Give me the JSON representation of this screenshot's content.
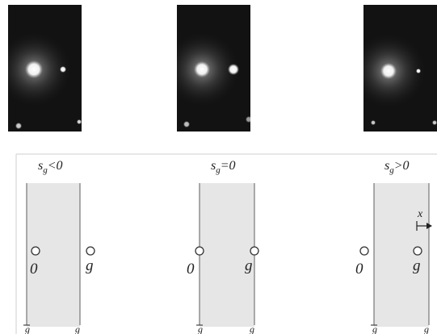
{
  "panels": [
    {
      "condition": {
        "s": "s",
        "sub": "g",
        "rel": "<0"
      },
      "origin_label": "0",
      "g_label": "g",
      "left_edge_label": "g",
      "right_edge_label": "g",
      "show_x_marker": false,
      "x_label": ""
    },
    {
      "condition": {
        "s": "s",
        "sub": "g",
        "rel": "=0"
      },
      "origin_label": "0",
      "g_label": "g",
      "left_edge_label": "g",
      "right_edge_label": "g",
      "show_x_marker": false,
      "x_label": ""
    },
    {
      "condition": {
        "s": "s",
        "sub": "g",
        "rel": ">0"
      },
      "origin_label": "0",
      "g_label": "g",
      "left_edge_label": "g",
      "right_edge_label": "g",
      "show_x_marker": true,
      "x_label": "x"
    }
  ],
  "colors": {
    "band_fill": "#e6e6e6",
    "line": "#6a6a6a",
    "frame": "#cfcfcf",
    "photo_bg": "#121212",
    "spot": "#ffffff"
  }
}
